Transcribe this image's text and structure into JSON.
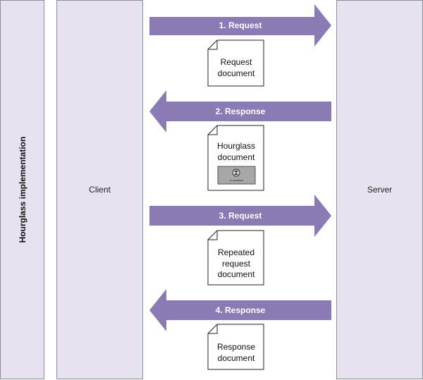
{
  "diagram": {
    "side_label": "Hourglass implementation",
    "client_label": "Client",
    "server_label": "Server",
    "steps": [
      {
        "label": "1. Request",
        "direction": "right",
        "document": [
          "Request",
          "document"
        ]
      },
      {
        "label": "2. Response",
        "direction": "left",
        "document": [
          "Hourglass",
          "document"
        ],
        "document_thumbnail_caption": "In process"
      },
      {
        "label": "3. Request",
        "direction": "right",
        "document": [
          "Repeated",
          "request",
          "document"
        ]
      },
      {
        "label": "4. Response",
        "direction": "left",
        "document": [
          "Response",
          "document"
        ]
      }
    ]
  },
  "colors": {
    "arrow": "#8a7bb5",
    "column_fill": "#e6e2ef",
    "column_border": "#8f8f99",
    "document_fill": "#ffffff",
    "document_border": "#222222"
  }
}
